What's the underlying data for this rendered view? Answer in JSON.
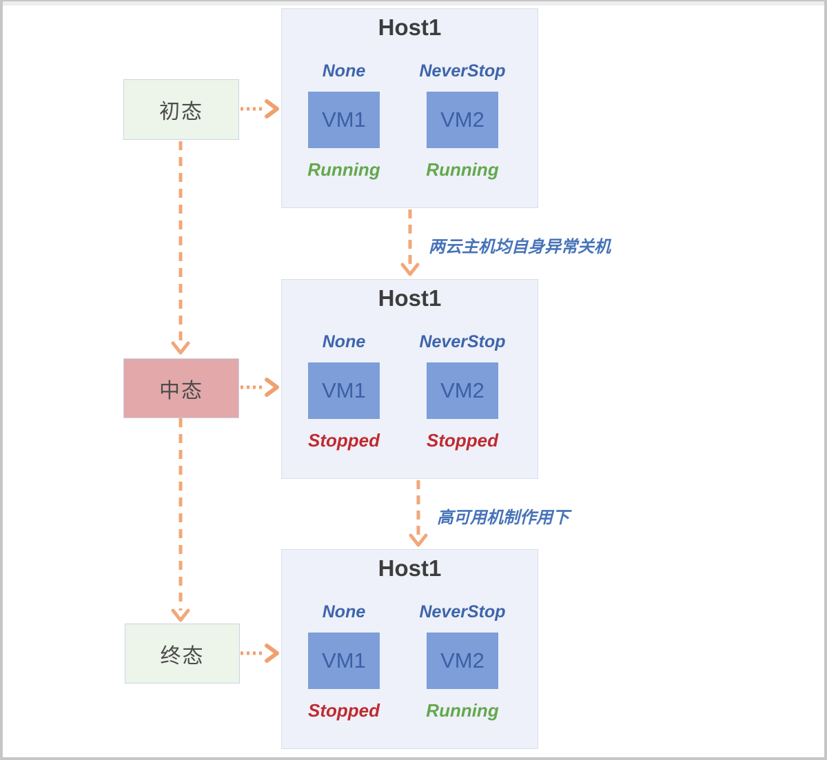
{
  "states": [
    {
      "id": "initial",
      "label": "初态"
    },
    {
      "id": "middle",
      "label": "中态"
    },
    {
      "id": "final",
      "label": "终态"
    }
  ],
  "hosts": [
    {
      "title": "Host1",
      "vms": [
        {
          "name": "VM1",
          "policy": "None",
          "state": "Running"
        },
        {
          "name": "VM2",
          "policy": "NeverStop",
          "state": "Running"
        }
      ]
    },
    {
      "title": "Host1",
      "vms": [
        {
          "name": "VM1",
          "policy": "None",
          "state": "Stopped"
        },
        {
          "name": "VM2",
          "policy": "NeverStop",
          "state": "Stopped"
        }
      ]
    },
    {
      "title": "Host1",
      "vms": [
        {
          "name": "VM1",
          "policy": "None",
          "state": "Stopped"
        },
        {
          "name": "VM2",
          "policy": "NeverStop",
          "state": "Running"
        }
      ]
    }
  ],
  "transitions": [
    {
      "from": "Host1 (initial)",
      "to": "Host1 (middle)",
      "label": "两云主机均自身异常关机"
    },
    {
      "from": "Host1 (middle)",
      "to": "Host1 (final)",
      "label": "高可用机制作用下"
    }
  ],
  "colors": {
    "arrow_orange": "#f2a77a",
    "host_bg": "#eef1f9",
    "host_border": "#d8deeb",
    "vm_fill": "#7d9ed8",
    "vm_text": "#3c5fa5",
    "state_green_bg": "#edf4e9",
    "state_pink_bg": "#e3a8aa",
    "policy_blue": "#3e65ac",
    "running_green": "#64a84e",
    "stopped_red": "#c02a30",
    "transition_label_blue": "#4673b8",
    "frame_border_gray": "#c6c6c6"
  }
}
